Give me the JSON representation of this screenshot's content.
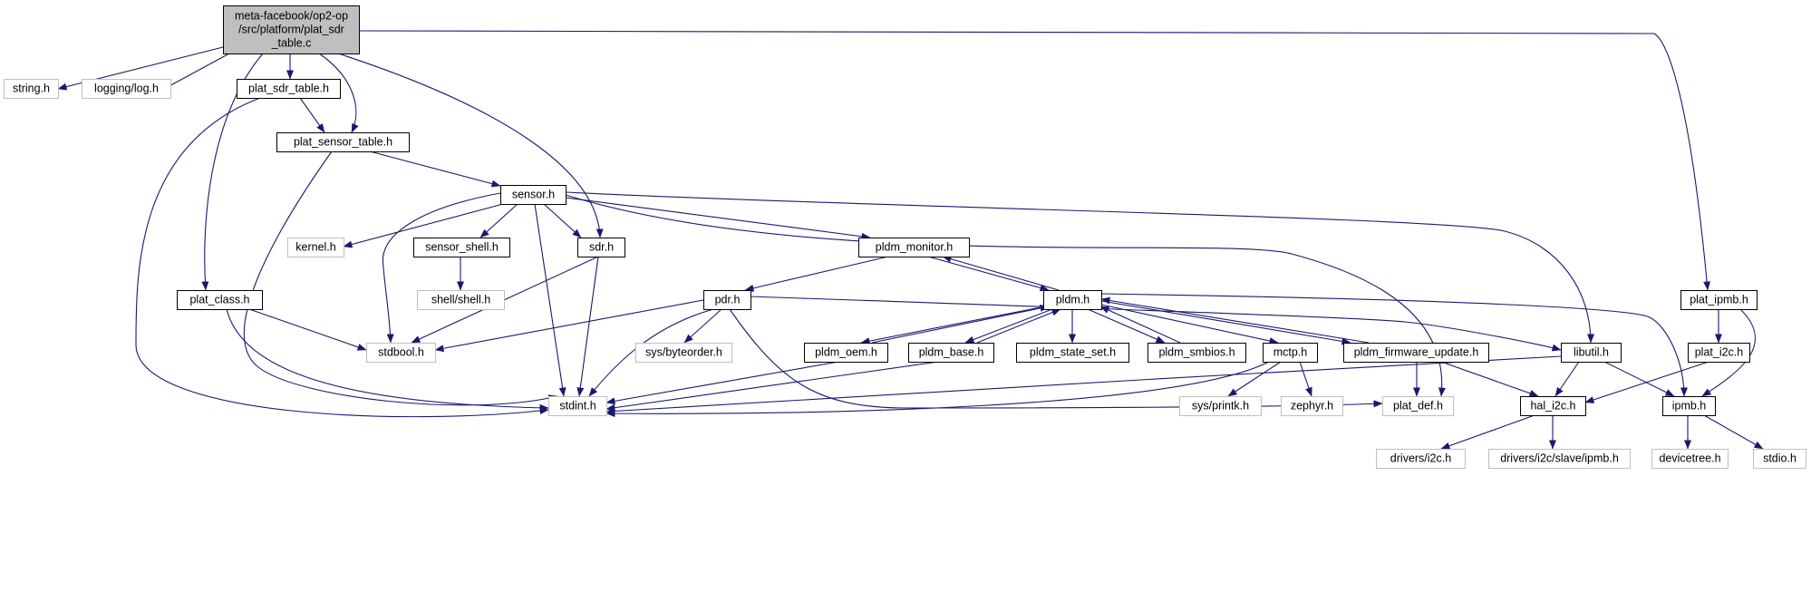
{
  "diagram": {
    "title": "",
    "colors": {
      "edge": "#191970",
      "root_fill": "#bfbfbf",
      "node_border": "#000000",
      "external_border": "#bfbfbf",
      "external_text": "#000000",
      "background": "#ffffff"
    },
    "nodes": [
      {
        "id": "root",
        "lines": [
          "meta-facebook/op2-op",
          "/src/platform/plat_sdr",
          "_table.c"
        ],
        "kind": "root"
      },
      {
        "id": "string_h",
        "lines": [
          "string.h"
        ],
        "kind": "external"
      },
      {
        "id": "logging_log_h",
        "lines": [
          "logging/log.h"
        ],
        "kind": "external"
      },
      {
        "id": "plat_sdr_table_h",
        "lines": [
          "plat_sdr_table.h"
        ],
        "kind": "file"
      },
      {
        "id": "plat_sensor_table_h",
        "lines": [
          "plat_sensor_table.h"
        ],
        "kind": "file"
      },
      {
        "id": "sensor_h",
        "lines": [
          "sensor.h"
        ],
        "kind": "file"
      },
      {
        "id": "kernel_h",
        "lines": [
          "kernel.h"
        ],
        "kind": "external"
      },
      {
        "id": "sensor_shell_h",
        "lines": [
          "sensor_shell.h"
        ],
        "kind": "file"
      },
      {
        "id": "shell_shell_h",
        "lines": [
          "shell/shell.h"
        ],
        "kind": "external"
      },
      {
        "id": "sdr_h",
        "lines": [
          "sdr.h"
        ],
        "kind": "file"
      },
      {
        "id": "pldm_monitor_h",
        "lines": [
          "pldm_monitor.h"
        ],
        "kind": "file"
      },
      {
        "id": "plat_class_h",
        "lines": [
          "plat_class.h"
        ],
        "kind": "file"
      },
      {
        "id": "pdr_h",
        "lines": [
          "pdr.h"
        ],
        "kind": "file"
      },
      {
        "id": "pldm_h",
        "lines": [
          "pldm.h"
        ],
        "kind": "file"
      },
      {
        "id": "stdbool_h",
        "lines": [
          "stdbool.h"
        ],
        "kind": "external"
      },
      {
        "id": "sys_byteorder_h",
        "lines": [
          "sys/byteorder.h"
        ],
        "kind": "external"
      },
      {
        "id": "pldm_oem_h",
        "lines": [
          "pldm_oem.h"
        ],
        "kind": "file"
      },
      {
        "id": "pldm_base_h",
        "lines": [
          "pldm_base.h"
        ],
        "kind": "file"
      },
      {
        "id": "pldm_state_set_h",
        "lines": [
          "pldm_state_set.h"
        ],
        "kind": "file"
      },
      {
        "id": "pldm_smbios_h",
        "lines": [
          "pldm_smbios.h"
        ],
        "kind": "file"
      },
      {
        "id": "mctp_h",
        "lines": [
          "mctp.h"
        ],
        "kind": "file"
      },
      {
        "id": "pldm_firmware_update_h",
        "lines": [
          "pldm_firmware_update.h"
        ],
        "kind": "file"
      },
      {
        "id": "libutil_h",
        "lines": [
          "libutil.h"
        ],
        "kind": "file"
      },
      {
        "id": "stdint_h",
        "lines": [
          "stdint.h"
        ],
        "kind": "external"
      },
      {
        "id": "sys_printk_h",
        "lines": [
          "sys/printk.h"
        ],
        "kind": "external"
      },
      {
        "id": "zephyr_h",
        "lines": [
          "zephyr.h"
        ],
        "kind": "external"
      },
      {
        "id": "plat_def_h",
        "lines": [
          "plat_def.h"
        ],
        "kind": "external"
      },
      {
        "id": "hal_i2c_h",
        "lines": [
          "hal_i2c.h"
        ],
        "kind": "file"
      },
      {
        "id": "plat_ipmb_h",
        "lines": [
          "plat_ipmb.h"
        ],
        "kind": "file"
      },
      {
        "id": "plat_i2c_h",
        "lines": [
          "plat_i2c.h"
        ],
        "kind": "file"
      },
      {
        "id": "ipmb_h",
        "lines": [
          "ipmb.h"
        ],
        "kind": "file"
      },
      {
        "id": "drivers_i2c_h",
        "lines": [
          "drivers/i2c.h"
        ],
        "kind": "external"
      },
      {
        "id": "drivers_i2c_slave_ipmb_h",
        "lines": [
          "drivers/i2c/slave/ipmb.h"
        ],
        "kind": "external"
      },
      {
        "id": "devicetree_h",
        "lines": [
          "devicetree.h"
        ],
        "kind": "external"
      },
      {
        "id": "stdio_h",
        "lines": [
          "stdio.h"
        ],
        "kind": "external"
      }
    ],
    "edges": [
      {
        "from": "root",
        "to": "string_h"
      },
      {
        "from": "root",
        "to": "logging_log_h"
      },
      {
        "from": "root",
        "to": "plat_sdr_table_h"
      },
      {
        "from": "root",
        "to": "plat_sensor_table_h"
      },
      {
        "from": "root",
        "to": "plat_class_h"
      },
      {
        "from": "root",
        "to": "sdr_h"
      },
      {
        "from": "root",
        "to": "plat_ipmb_h"
      },
      {
        "from": "plat_sdr_table_h",
        "to": "plat_sensor_table_h"
      },
      {
        "from": "plat_sdr_table_h",
        "to": "stdint_h"
      },
      {
        "from": "plat_sensor_table_h",
        "to": "sensor_h"
      },
      {
        "from": "plat_sensor_table_h",
        "to": "stdint_h"
      },
      {
        "from": "sensor_h",
        "to": "kernel_h"
      },
      {
        "from": "sensor_h",
        "to": "sensor_shell_h"
      },
      {
        "from": "sensor_h",
        "to": "sdr_h"
      },
      {
        "from": "sensor_h",
        "to": "pldm_monitor_h"
      },
      {
        "from": "sensor_h",
        "to": "stdbool_h"
      },
      {
        "from": "sensor_h",
        "to": "stdint_h"
      },
      {
        "from": "sensor_h",
        "to": "libutil_h"
      },
      {
        "from": "sensor_h",
        "to": "plat_def_h"
      },
      {
        "from": "sensor_shell_h",
        "to": "shell_shell_h"
      },
      {
        "from": "sdr_h",
        "to": "stdbool_h"
      },
      {
        "from": "sdr_h",
        "to": "stdint_h"
      },
      {
        "from": "pldm_monitor_h",
        "to": "pdr_h"
      },
      {
        "from": "pldm_monitor_h",
        "to": "pldm_h"
      },
      {
        "from": "pldm_h",
        "to": "pldm_monitor_h"
      },
      {
        "from": "plat_class_h",
        "to": "stdbool_h"
      },
      {
        "from": "plat_class_h",
        "to": "stdint_h"
      },
      {
        "from": "pdr_h",
        "to": "stdbool_h"
      },
      {
        "from": "pdr_h",
        "to": "sys_byteorder_h"
      },
      {
        "from": "pdr_h",
        "to": "stdint_h"
      },
      {
        "from": "pdr_h",
        "to": "libutil_h"
      },
      {
        "from": "pdr_h",
        "to": "plat_def_h"
      },
      {
        "from": "pldm_h",
        "to": "pldm_oem_h"
      },
      {
        "from": "pldm_oem_h",
        "to": "pldm_h"
      },
      {
        "from": "pldm_h",
        "to": "pldm_base_h"
      },
      {
        "from": "pldm_base_h",
        "to": "pldm_h"
      },
      {
        "from": "pldm_h",
        "to": "pldm_state_set_h"
      },
      {
        "from": "pldm_h",
        "to": "pldm_smbios_h"
      },
      {
        "from": "pldm_smbios_h",
        "to": "pldm_h"
      },
      {
        "from": "pldm_h",
        "to": "mctp_h"
      },
      {
        "from": "pldm_h",
        "to": "pldm_firmware_update_h"
      },
      {
        "from": "pldm_firmware_update_h",
        "to": "pldm_h"
      },
      {
        "from": "pldm_h",
        "to": "ipmb_h"
      },
      {
        "from": "pldm_oem_h",
        "to": "stdint_h"
      },
      {
        "from": "pldm_base_h",
        "to": "stdint_h"
      },
      {
        "from": "mctp_h",
        "to": "stdint_h"
      },
      {
        "from": "mctp_h",
        "to": "sys_printk_h"
      },
      {
        "from": "mctp_h",
        "to": "zephyr_h"
      },
      {
        "from": "pldm_firmware_update_h",
        "to": "plat_def_h"
      },
      {
        "from": "pldm_firmware_update_h",
        "to": "hal_i2c_h"
      },
      {
        "from": "libutil_h",
        "to": "stdint_h"
      },
      {
        "from": "libutil_h",
        "to": "hal_i2c_h"
      },
      {
        "from": "libutil_h",
        "to": "ipmb_h"
      },
      {
        "from": "hal_i2c_h",
        "to": "drivers_i2c_h"
      },
      {
        "from": "hal_i2c_h",
        "to": "drivers_i2c_slave_ipmb_h"
      },
      {
        "from": "plat_ipmb_h",
        "to": "plat_i2c_h"
      },
      {
        "from": "plat_ipmb_h",
        "to": "ipmb_h"
      },
      {
        "from": "plat_i2c_h",
        "to": "hal_i2c_h"
      },
      {
        "from": "ipmb_h",
        "to": "devicetree_h"
      },
      {
        "from": "ipmb_h",
        "to": "stdio_h"
      }
    ]
  }
}
